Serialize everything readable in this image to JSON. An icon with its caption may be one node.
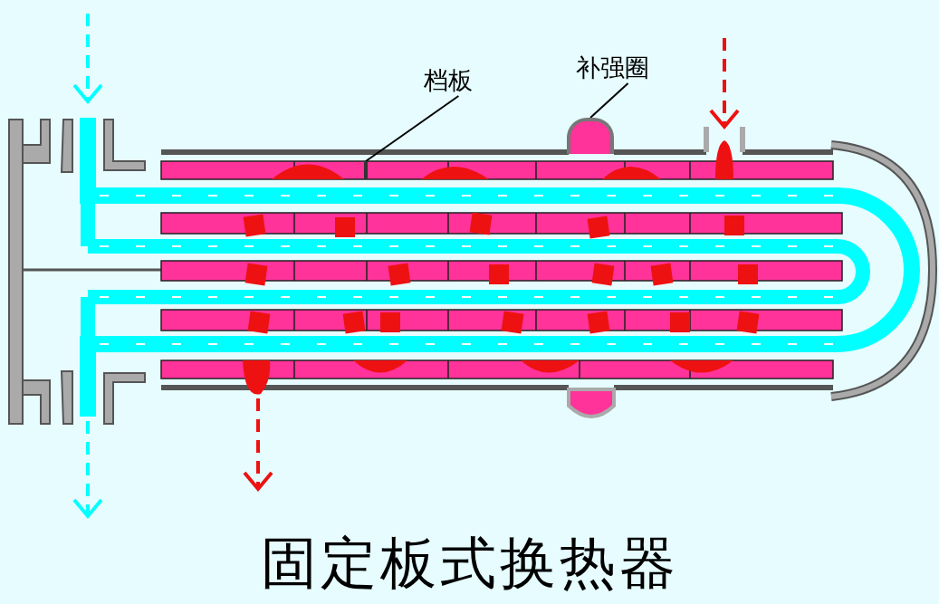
{
  "diagram": {
    "title": "固定板式换热器",
    "nodes": [
      {
        "text": [
          "档板"
        ]
      },
      {
        "text": [
          "补强圈"
        ]
      },
      {
        "text": [],
        "shape": "bar"
      },
      {
        "text": [],
        "shape": "box"
      }
    ],
    "edges": [
      {
        "from": 0,
        "to": 2,
        "arrow": "none"
      },
      {
        "from": 1,
        "to": 3,
        "arrow": "none"
      }
    ]
  }
}
